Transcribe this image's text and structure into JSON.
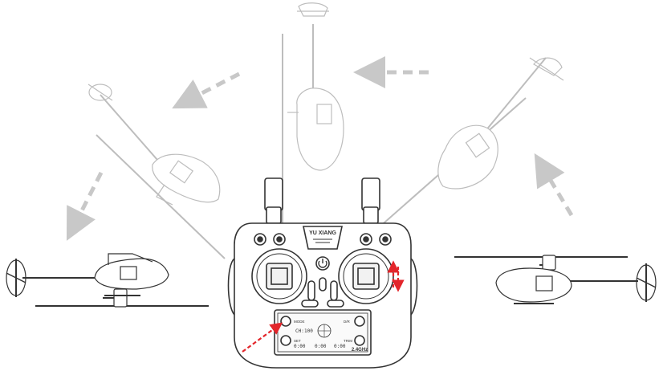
{
  "brand": {
    "name": "YU XIANG"
  },
  "transmitter": {
    "band_label": "2.4GHz",
    "left_button_labels": [
      "MODE",
      "SET"
    ],
    "right_button_labels": [
      "D/R",
      "TRIM"
    ],
    "screen": {
      "ch_label": "CH:",
      "ch_value": "100",
      "left_value": "0:00",
      "mid_value": "0:00",
      "right_value": "0:00"
    }
  },
  "colors": {
    "line": "#333333",
    "ghost": "#bdbdbd",
    "arrow_gray": "#c8c8c8",
    "arrow_red": "#e3262b"
  },
  "icons": {
    "power": "power-icon",
    "red_arrow": "red-dashed-arrow-icon",
    "red_updown": "red-up-down-arrow-icon",
    "gray_arrow": "gray-dashed-arrow-icon"
  }
}
